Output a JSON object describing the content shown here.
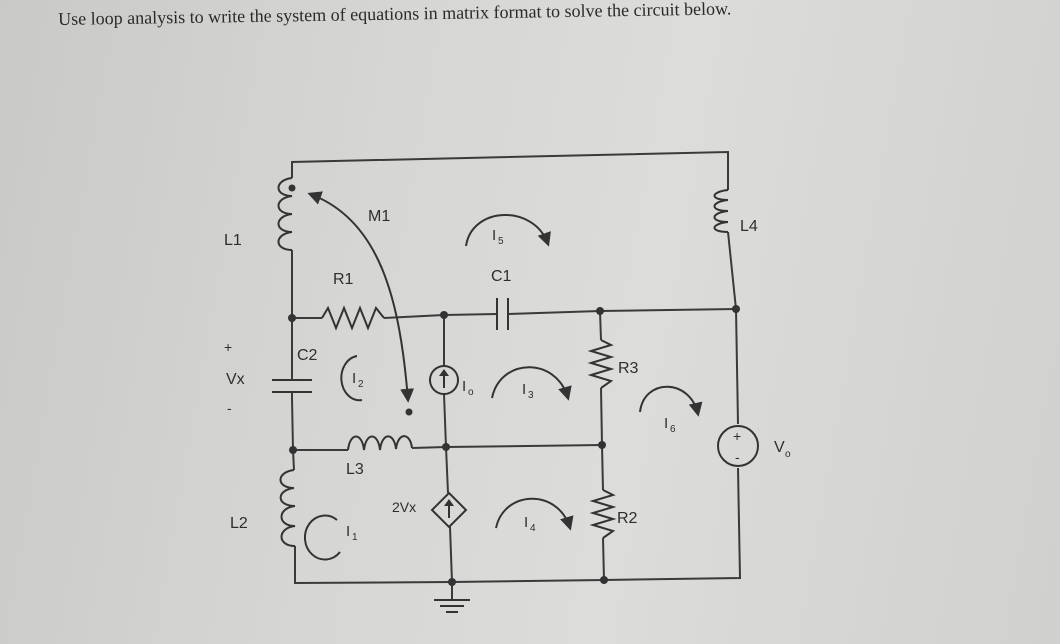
{
  "question": "Use loop analysis to write the system of equations in matrix format to solve the circuit below.",
  "components": {
    "L1": "L1",
    "L2": "L2",
    "L3": "L3",
    "L4": "L4",
    "R1": "R1",
    "R2": "R2",
    "R3": "R3",
    "C1": "C1",
    "C2": "C2",
    "M1": "M1",
    "Vx": "Vx",
    "Vx_plus": "+",
    "Vx_minus": "-",
    "dep_source": "2Vx",
    "Vo": "V",
    "Vo_sub": "o",
    "Io": "I",
    "Io_sub": "o",
    "src_plus": "+",
    "src_minus": "-"
  },
  "loops": [
    {
      "main": "I",
      "sub": "1"
    },
    {
      "main": "I",
      "sub": "2"
    },
    {
      "main": "I",
      "sub": "3"
    },
    {
      "main": "I",
      "sub": "4"
    },
    {
      "main": "I",
      "sub": "5"
    },
    {
      "main": "I",
      "sub": "6"
    }
  ]
}
